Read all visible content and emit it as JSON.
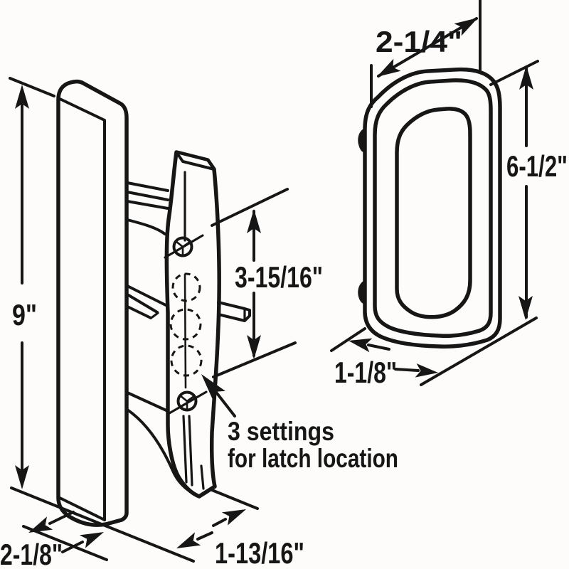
{
  "colors": {
    "ink": "#161616",
    "paper": "#fdfcfb"
  },
  "diagram": {
    "type": "technical line drawing",
    "subject": "sliding door handle set with dimensions",
    "dimensions": {
      "bar_height": "9\"",
      "pull_top_width": "2-1/4\"",
      "pull_height": "6-1/2\"",
      "screw_hole_spacing": "3-15/16\"",
      "pull_depth": "1-1/8\"",
      "bar_depth": "2-1/8\"",
      "plate_depth": "1-13/16\""
    },
    "note": {
      "line1": "3 settings",
      "line2": "for latch location"
    }
  }
}
